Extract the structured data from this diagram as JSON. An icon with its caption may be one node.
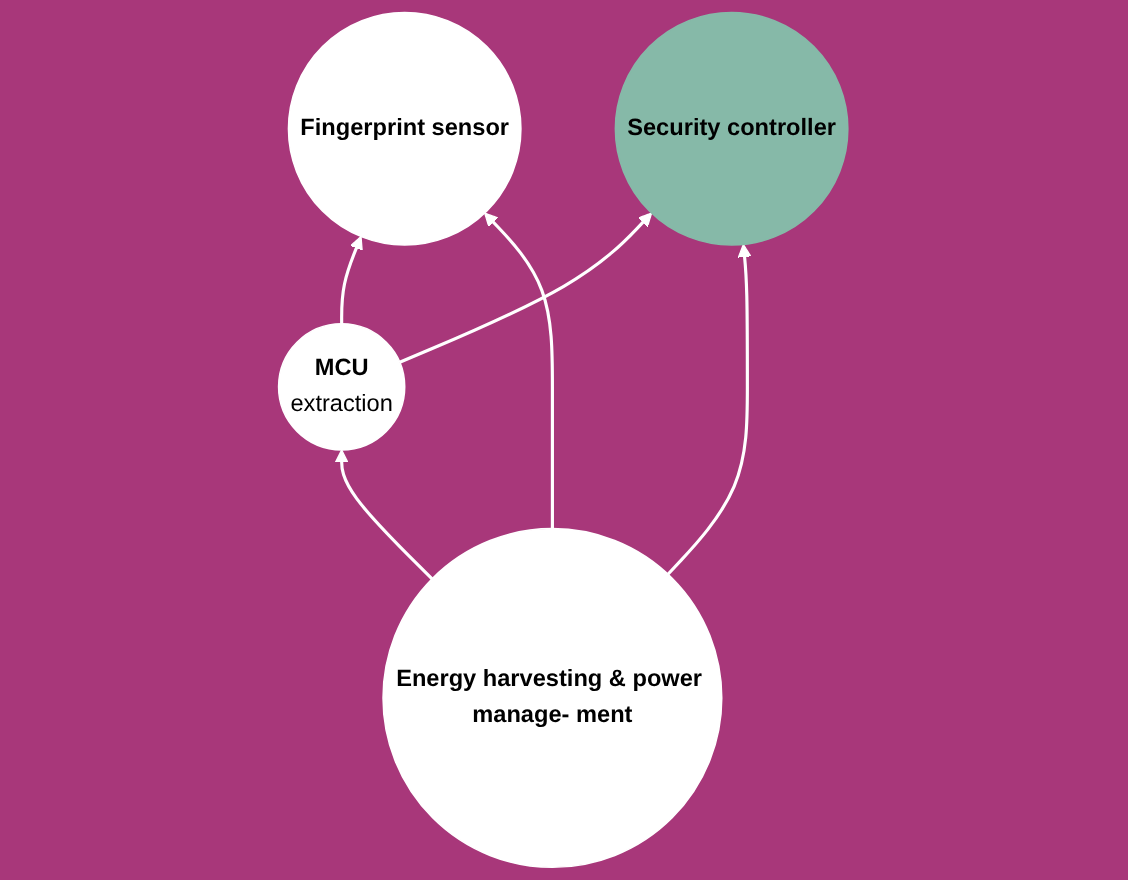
{
  "diagram": {
    "nodes": [
      {
        "text": [
          "MCU",
          "extraction"
        ]
      },
      {
        "text": [
          "Fingerprint sensor"
        ]
      },
      {
        "text": [
          "Security controller"
        ]
      },
      {
        "text": [
          "Energy harvesting & power manage- ment"
        ]
      }
    ],
    "edges": [
      {
        "from": 0,
        "to": 1,
        "arrow": "to"
      },
      {
        "from": 0,
        "to": 2,
        "arrow": "to"
      },
      {
        "from": 3,
        "to": 0,
        "arrow": "to"
      },
      {
        "from": 3,
        "to": 1,
        "arrow": "to"
      },
      {
        "from": 3,
        "to": 2,
        "arrow": "to"
      }
    ]
  }
}
